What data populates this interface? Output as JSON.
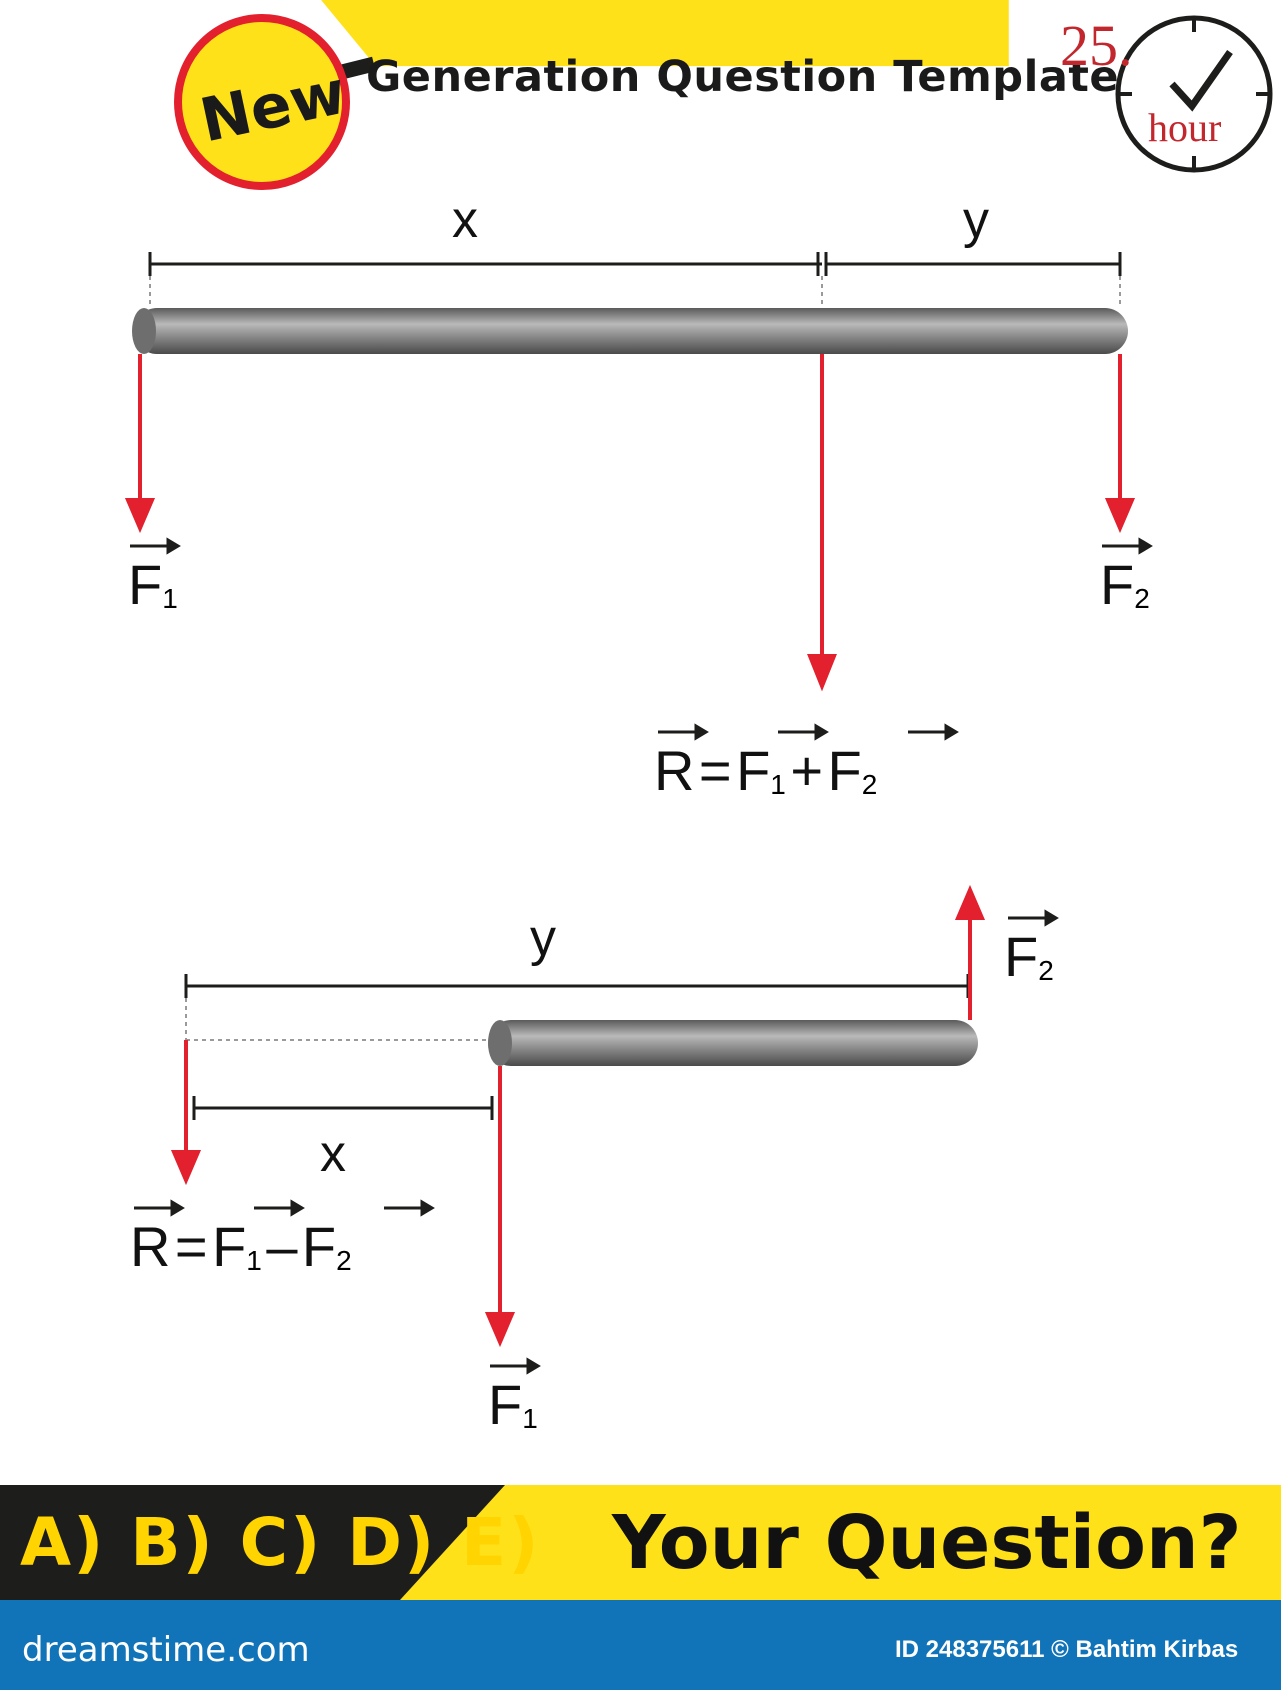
{
  "header": {
    "title": "Generation Question Template",
    "badge": "New",
    "hour_number": "25.",
    "hour_label": "hour"
  },
  "diagram_top": {
    "dimension_x": "x",
    "dimension_y": "y",
    "force_left": "F",
    "force_left_sub": "1",
    "force_right": "F",
    "force_right_sub": "2",
    "equation": {
      "r": "R",
      "eq": "=",
      "f1": "F",
      "f1_sub": "1",
      "op": "+",
      "f2": "F",
      "f2_sub": "2"
    }
  },
  "diagram_bottom": {
    "dimension_y": "y",
    "dimension_x": "x",
    "force_up": "F",
    "force_up_sub": "2",
    "force_down": "F",
    "force_down_sub": "1",
    "equation": {
      "r": "R",
      "eq": "=",
      "f1": "F",
      "f1_sub": "1",
      "op": "–",
      "f2": "F",
      "f2_sub": "2"
    }
  },
  "answer_band": {
    "options": "A) B) C) D) E)",
    "question": "Your Question?"
  },
  "footer": {
    "site": "dreamstime.com",
    "credit": "ID 248375611 © Bahtim Kirbas"
  },
  "colors": {
    "yellow": "#ffe11a",
    "red": "#e3202d",
    "dark": "#1d1d1b",
    "blue": "#1173b8"
  }
}
